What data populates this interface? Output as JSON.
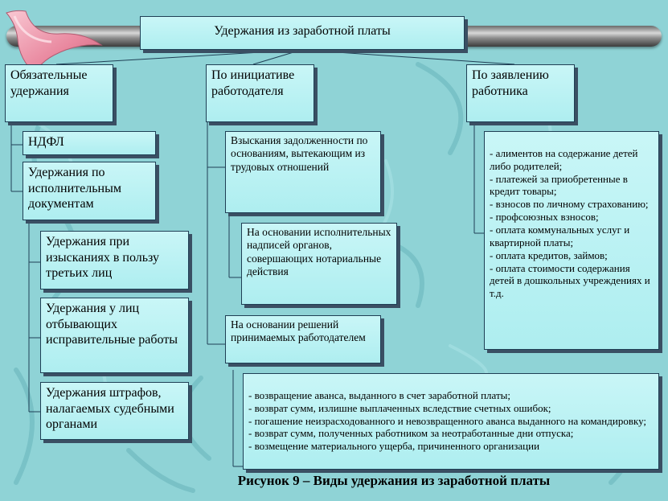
{
  "title": "Удержания из заработной платы",
  "categories": {
    "mandatory": "Обязательные удержания",
    "employer": "По инициативе работодателя",
    "employee": "По заявлению работника"
  },
  "mandatory_items": {
    "ndfl": "НДФЛ",
    "exec_docs": "Удержания по исполнительным документам",
    "third_parties": "Удержания при изысканиях в пользу третьих лиц",
    "prisoners": "Удержания у лиц отбывающих исправительные работы",
    "fines": "Удержания штрафов, налагаемых судебными органами"
  },
  "employer_items": {
    "labor_debt": "Взыскания задолженности по основаниям, вытекающим из трудовых отношений",
    "notary": "На основании исполнительных надписей органов, совершающих нотариальные действия",
    "employer_decisions": "На основании решений принимаемых работодателем",
    "decision_list": "- возвращение аванса, выданного в счет заработной платы;\n- возврат сумм, излишне выплаченных вследствие счетных ошибок;\n- погашение неизрасходованного и невозвращенного аванса выданного на командировку;\n- возврат сумм, полученных работником за неотработанные дни отпуска;\n- возмещение материального ущерба, причиненного организации"
  },
  "employee_list": "- алиментов на содержание детей либо родителей;\n- платежей за приобретенные в кредит товары;\n- взносов по личному страхованию;\n- профсоюзных взносов;\n- оплата коммунальных услуг и квартирной платы;\n- оплата кредитов, займов;\n- оплата стоимости содержания детей в дошкольных учреждениях и т.д.",
  "caption": "Рисунок 9 – Виды удержания из заработной платы",
  "colors": {
    "background": "#8fd3d6",
    "box_fill": "#b8f1f3",
    "box_border": "#1f3f55",
    "shadow": "#3a4f63",
    "swirls": "#6fb8bd"
  }
}
